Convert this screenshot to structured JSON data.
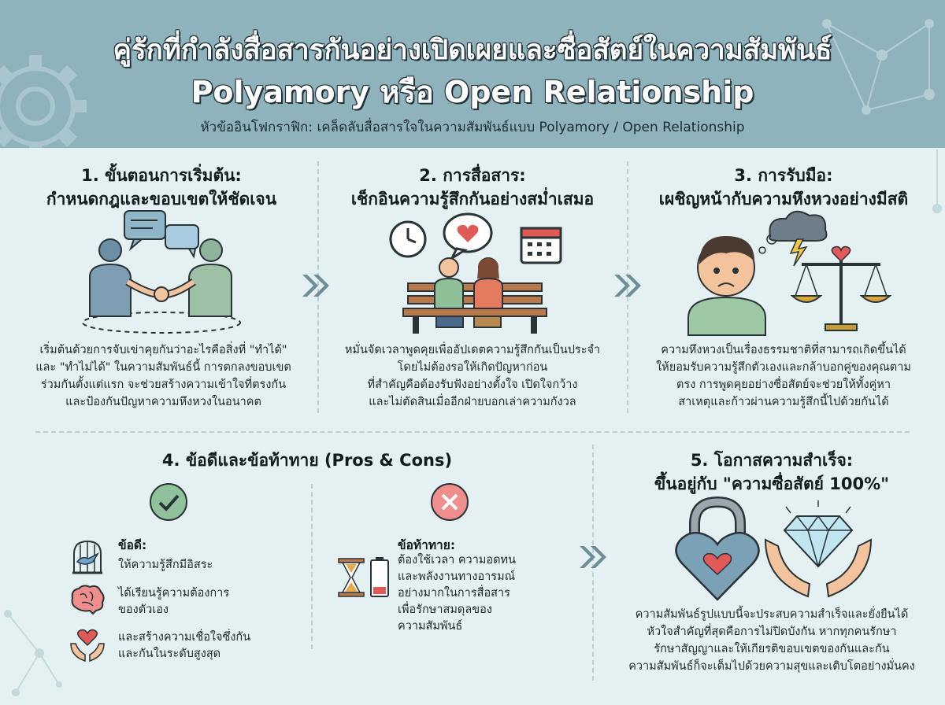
{
  "header": {
    "title_line1": "คู่รักที่กำลังสื่อสารกันอย่างเปิดเผยและซื่อสัตย์ในความสัมพันธ์",
    "title_line2": "Polyamory หรือ Open Relationship",
    "subtitle": "หัวข้ออินโฟกราฟิก: เคล็ดลับสื่อสารใจในความสัมพันธ์แบบ Polyamory / Open Relationship"
  },
  "sections": [
    {
      "title": [
        "1. ขั้นตอนการเริ่มต้น:",
        "กำหนดกฎและขอบเขตให้ชัดเจน"
      ],
      "text": [
        "เริ่มต้นด้วยการจับเข่าคุยกันว่าอะไรคือสิ่งที่ \"ทำได้\"",
        "และ \"ทำไม่ได้\" ในความสัมพันธ์นี้ การตกลงขอบเขต",
        "ร่วมกันตั้งแต่แรก จะช่วยสร้างความเข้าใจที่ตรงกัน",
        "และป้องกันปัญหาความหึงหวงในอนาคต"
      ]
    },
    {
      "title": [
        "2. การสื่อสาร:",
        "เช็กอินความรู้สึกกันอย่างสม่ำเสมอ"
      ],
      "text": [
        "หมั่นจัดเวลาพูดคุยเพื่ออัปเดตความรู้สึกกันเป็นประจำ",
        "โดยไม่ต้องรอให้เกิดปัญหาก่อน",
        "ที่สำคัญคือต้องรับฟังอย่างตั้งใจ เปิดใจกว้าง",
        "และไม่ตัดสินเมื่ออีกฝ่ายบอกเล่าความกังวล"
      ]
    },
    {
      "title": [
        "3. การรับมือ:",
        "เผชิญหน้ากับความหึงหวงอย่างมีสติ"
      ],
      "text": [
        "ความหึงหวงเป็นเรื่องธรรมชาติที่สามารถเกิดขึ้นได้",
        "ให้ยอมรับความรู้สึกตัวเองและกล้าบอกคู่ของคุณตาม",
        "ตรง การพูดคุยอย่างซื่อสัตย์จะช่วยให้ทั้งคู่หา",
        "สาเหตุและก้าวผ่านความรู้สึกนี้ไปด้วยกันได้"
      ]
    },
    {
      "title": [
        "4. ข้อดีและข้อท้าทาย (Pros & Cons)"
      ],
      "pros_head": "ข้อดี:",
      "pros": [
        [
          "ให้ความรู้สึกมีอิสระ"
        ],
        [
          "ได้เรียนรู้ความต้องการ",
          "ของตัวเอง"
        ],
        [
          "และสร้างความเชื่อใจซึ่งกัน",
          "และกันในระดับสูงสุด"
        ]
      ],
      "cons_head": "ข้อท้าทาย:",
      "cons": [
        "ต้องใช้เวลา ความอดทน",
        "และพลังงานทางอารมณ์",
        "อย่างมากในการสื่อสาร",
        "เพื่อรักษาสมดุลของ",
        "ความสัมพันธ์"
      ]
    },
    {
      "title": [
        "5. โอกาสความสำเร็จ:",
        "ขึ้นอยู่กับ \"ความซื่อสัตย์ 100%\""
      ],
      "text": [
        "ความสัมพันธ์รูปแบบนี้จะประสบความสำเร็จและยั่งยืนได้",
        "หัวใจสำคัญที่สุดคือการไม่ปิดบังกัน หากทุกคนรักษา",
        "รักษาสัญญาและให้เกียรติขอบเขตของกันและกัน",
        "ความสัมพันธ์ก็จะเต็มไปด้วยความสุขและเติบโตอย่างมั่นคง"
      ]
    }
  ],
  "colors": {
    "header_bg": "#8fb3bd",
    "body_bg": "#e4f0f1",
    "accent_green": "#5f9f6a",
    "accent_red": "#d9534f",
    "chevron": "#6d8d97"
  }
}
